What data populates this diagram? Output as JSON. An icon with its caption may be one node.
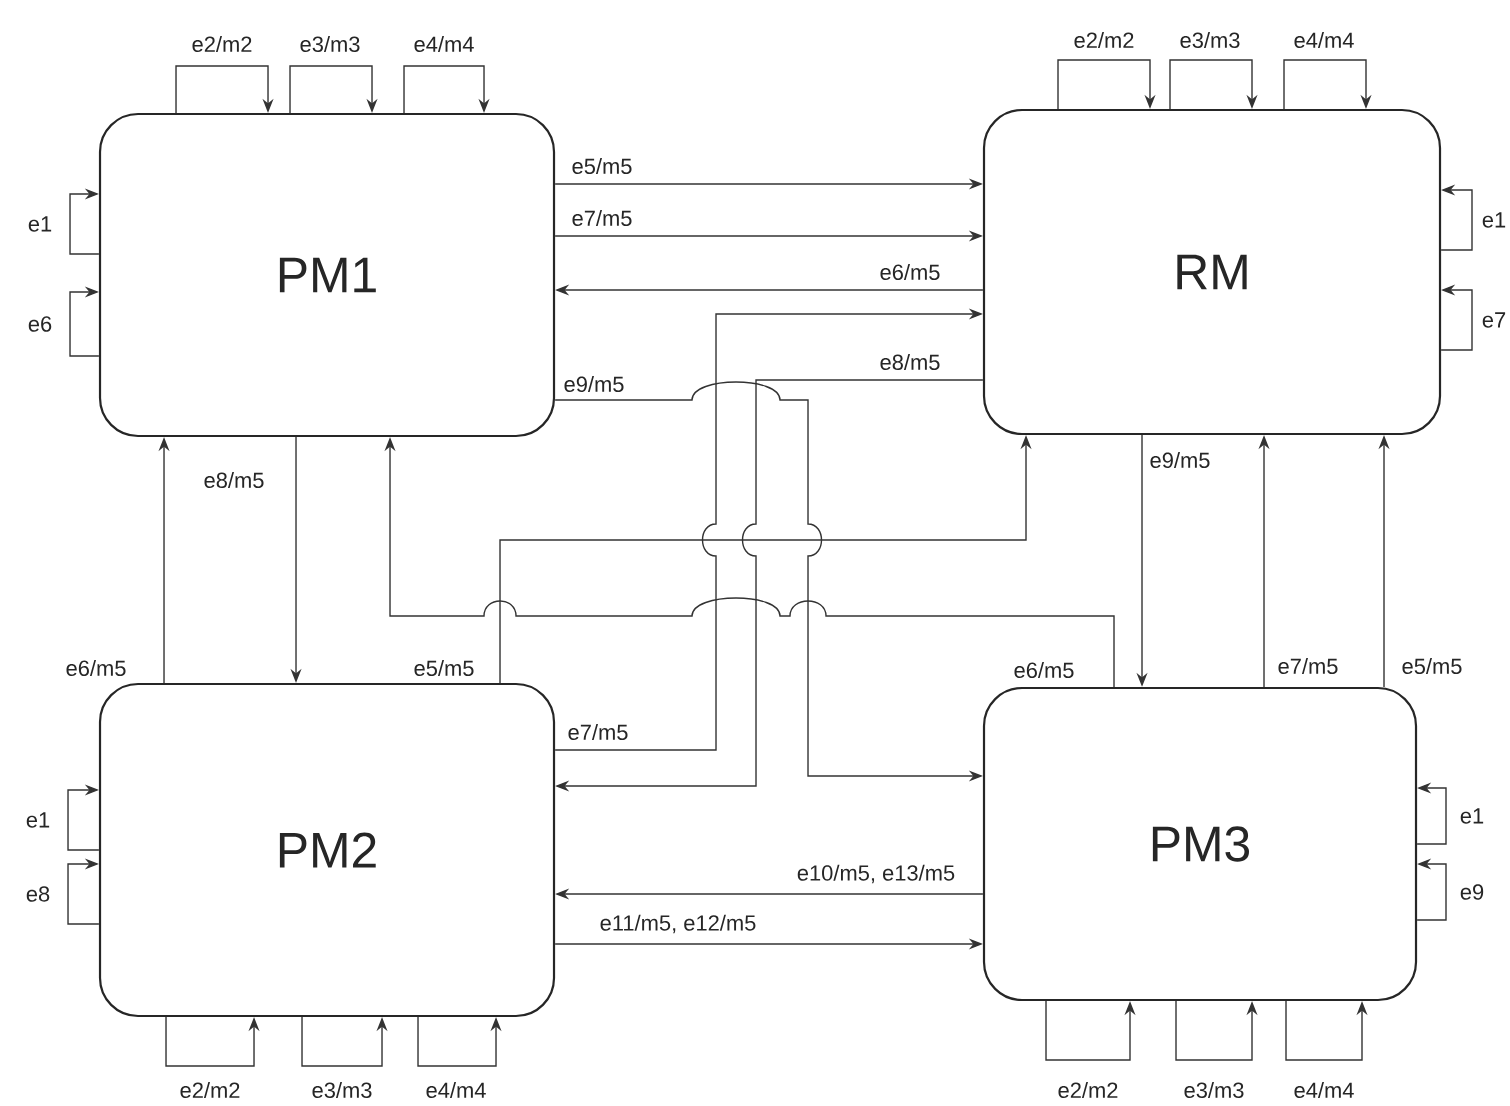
{
  "diagram": {
    "nodes": [
      {
        "text": [
          "PM1"
        ]
      },
      {
        "text": [
          "RM"
        ]
      },
      {
        "text": [
          "PM2"
        ]
      },
      {
        "text": [
          "PM3"
        ]
      }
    ],
    "edges": [
      {
        "from": 0,
        "to": 0,
        "arrow": "to",
        "label": "e2/m2"
      },
      {
        "from": 0,
        "to": 0,
        "arrow": "to",
        "label": "e3/m3"
      },
      {
        "from": 0,
        "to": 0,
        "arrow": "to",
        "label": "e4/m4"
      },
      {
        "from": 0,
        "to": 0,
        "arrow": "to",
        "label": "e1"
      },
      {
        "from": 0,
        "to": 0,
        "arrow": "to",
        "label": "e6"
      },
      {
        "from": 0,
        "to": 1,
        "arrow": "to",
        "label": "e5/m5"
      },
      {
        "from": 0,
        "to": 1,
        "arrow": "to",
        "label": "e7/m5"
      },
      {
        "from": 1,
        "to": 0,
        "arrow": "to",
        "label": "e6/m5"
      },
      {
        "from": 1,
        "to": 1,
        "arrow": "to",
        "label": "e2/m2"
      },
      {
        "from": 1,
        "to": 1,
        "arrow": "to",
        "label": "e3/m3"
      },
      {
        "from": 1,
        "to": 1,
        "arrow": "to",
        "label": "e4/m4"
      },
      {
        "from": 1,
        "to": 1,
        "arrow": "to",
        "label": "e1"
      },
      {
        "from": 1,
        "to": 1,
        "arrow": "to",
        "label": "e7"
      },
      {
        "from": 2,
        "to": 1,
        "arrow": "to",
        "label": "e7/m5"
      },
      {
        "from": 1,
        "to": 2,
        "arrow": "to",
        "label": "e8/m5"
      },
      {
        "from": 0,
        "to": 3,
        "arrow": "to",
        "label": "e9/m5"
      },
      {
        "from": 2,
        "to": 1,
        "arrow": "to",
        "label": "e5/m5"
      },
      {
        "from": 3,
        "to": 0,
        "arrow": "to",
        "label": "e6/m5"
      },
      {
        "from": 2,
        "to": 0,
        "arrow": "to",
        "label": "e6/m5"
      },
      {
        "from": 0,
        "to": 2,
        "arrow": "to",
        "label": "e8/m5"
      },
      {
        "from": 1,
        "to": 3,
        "arrow": "to",
        "label": "e9/m5"
      },
      {
        "from": 3,
        "to": 1,
        "arrow": "to",
        "label": "e7/m5"
      },
      {
        "from": 3,
        "to": 1,
        "arrow": "to",
        "label": "e5/m5"
      },
      {
        "from": 2,
        "to": 2,
        "arrow": "to",
        "label": "e1"
      },
      {
        "from": 2,
        "to": 2,
        "arrow": "to",
        "label": "e8"
      },
      {
        "from": 2,
        "to": 2,
        "arrow": "to",
        "label": "e2/m2"
      },
      {
        "from": 2,
        "to": 2,
        "arrow": "to",
        "label": "e3/m3"
      },
      {
        "from": 2,
        "to": 2,
        "arrow": "to",
        "label": "e4/m4"
      },
      {
        "from": 3,
        "to": 2,
        "arrow": "to",
        "label": "e10/m5, e13/m5"
      },
      {
        "from": 2,
        "to": 3,
        "arrow": "to",
        "label": "e11/m5, e12/m5"
      },
      {
        "from": 3,
        "to": 3,
        "arrow": "to",
        "label": "e1"
      },
      {
        "from": 3,
        "to": 3,
        "arrow": "to",
        "label": "e9"
      },
      {
        "from": 3,
        "to": 3,
        "arrow": "to",
        "label": "e2/m2"
      },
      {
        "from": 3,
        "to": 3,
        "arrow": "to",
        "label": "e3/m3"
      },
      {
        "from": 3,
        "to": 3,
        "arrow": "to",
        "label": "e4/m4"
      }
    ]
  }
}
